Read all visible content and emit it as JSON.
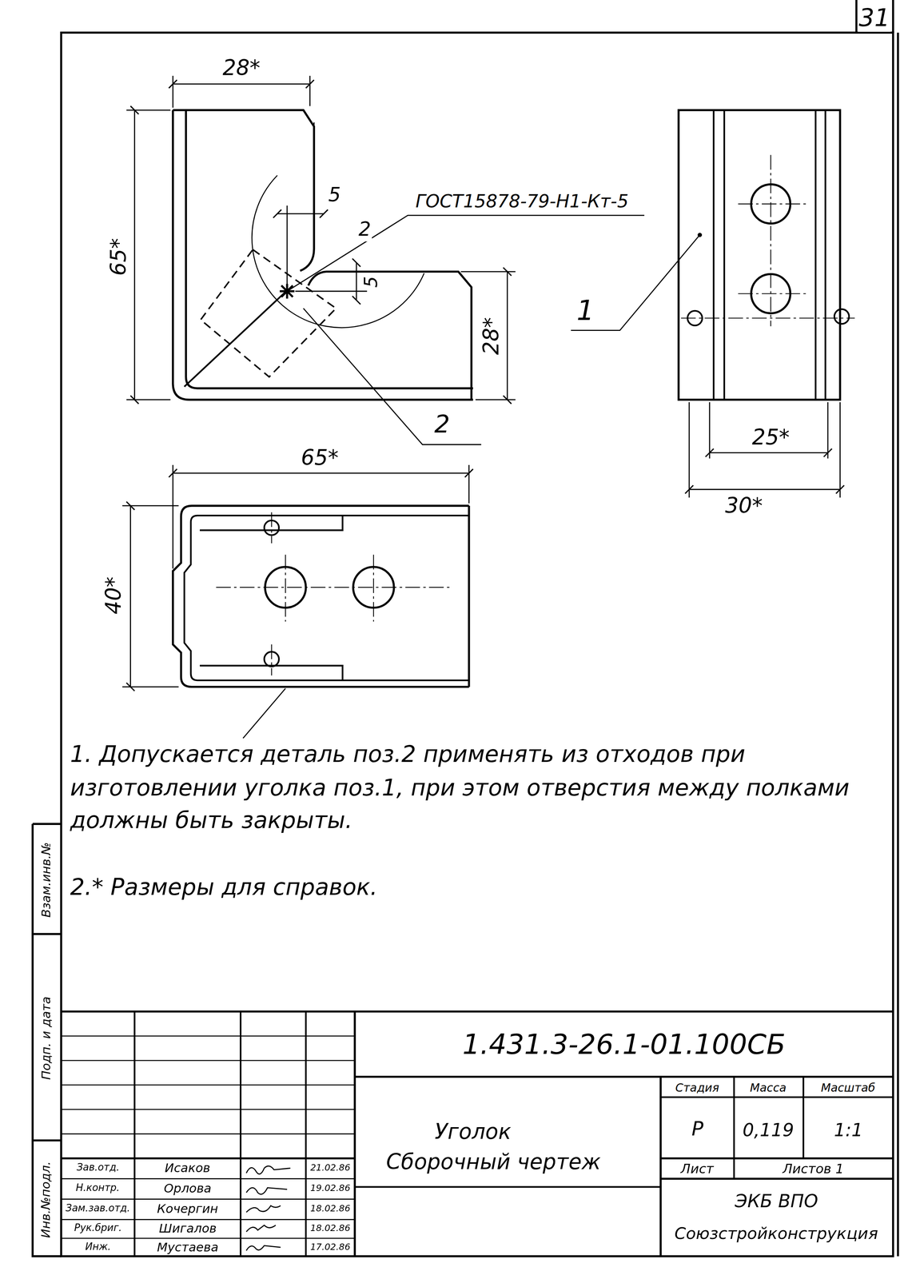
{
  "diagram": {
    "labels": [
      "31",
      "28*",
      "65*",
      "5",
      "2",
      "ГОСТ15878-79-Н1-Кт-5",
      "5",
      "28*",
      "2",
      "1",
      "25*",
      "30*",
      "65*",
      "40*",
      "1. Допускается деталь поз.2 применять из отходов при изготовлении уголка поз.1, при этом отверстия между полками должны быть закрыты.",
      "2.* Размеры для справок.",
      "Взам.инв.№",
      "Подп. и дата",
      "Инв.№подл.",
      "1.431.3-26.1-01.100СБ",
      "Уголок",
      "Сборочный чертеж",
      "Стадия",
      "Масса",
      "Масштаб",
      "Р",
      "0,119",
      "1:1",
      "Лист",
      "Листов 1",
      "ЭКБ ВПО",
      "Союзстройконструкция",
      "Зав.отд.",
      "Исаков",
      "21.02.86",
      "Н.контр.",
      "Орлова",
      "19.02.86",
      "Зам.зав.отд.",
      "Кочергин",
      "18.02.86",
      "Рук.бриг.",
      "Шигалов",
      "18.02.86",
      "Инж.",
      "Мустаева",
      "17.02.86"
    ]
  }
}
